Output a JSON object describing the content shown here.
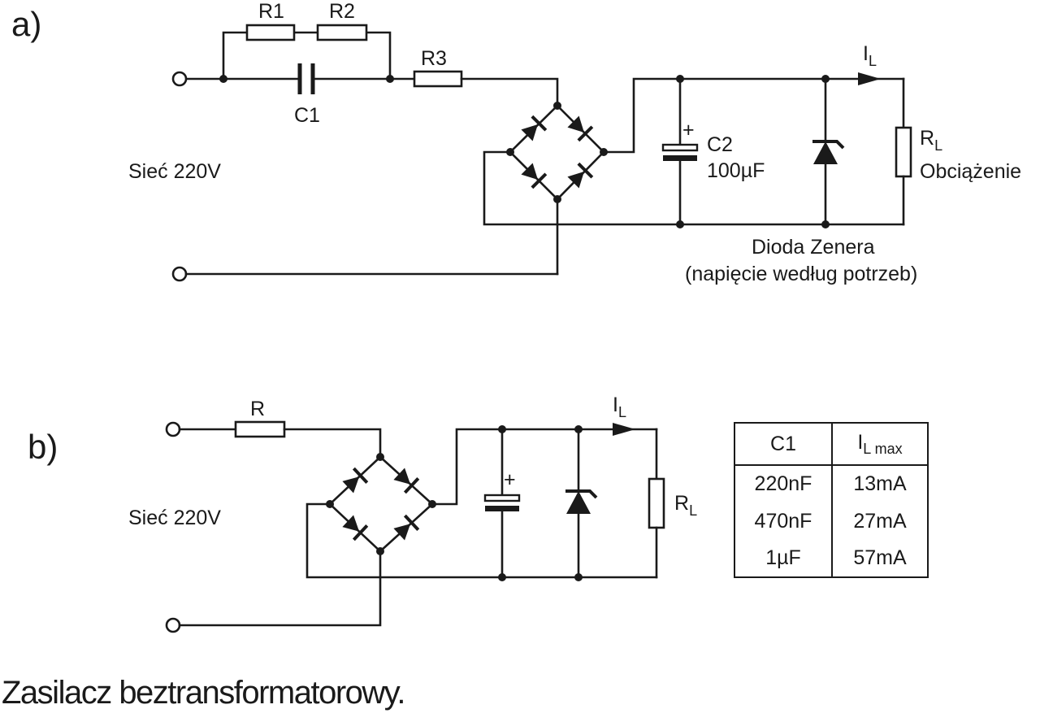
{
  "figure": {
    "label_a": "a)",
    "label_b": "b)",
    "caption": "Zasilacz beztransformatorowy."
  },
  "circuit_a": {
    "R1": "R1",
    "R2": "R2",
    "R3": "R3",
    "C1": "C1",
    "mains": "Sieć 220V",
    "C2_name": "C2",
    "C2_value": "100µF",
    "cap_plus": "+",
    "current_main": "I",
    "current_sub": "L",
    "load_main": "R",
    "load_sub": "L",
    "load_desc": "Obciążenie",
    "zener_line1": "Dioda Zenera",
    "zener_line2": "(napięcie według potrzeb)"
  },
  "circuit_b": {
    "R": "R",
    "mains": "Sieć 220V",
    "cap_plus": "+",
    "current_main": "I",
    "current_sub": "L",
    "load_main": "R",
    "load_sub": "L"
  },
  "table": {
    "header_c1": "C1",
    "header_il_main": "I",
    "header_il_sub": "L max",
    "rows": [
      {
        "c1": "220nF",
        "il": "13mA"
      },
      {
        "c1": "470nF",
        "il": "27mA"
      },
      {
        "c1": "1µF",
        "il": "57mA"
      }
    ]
  }
}
